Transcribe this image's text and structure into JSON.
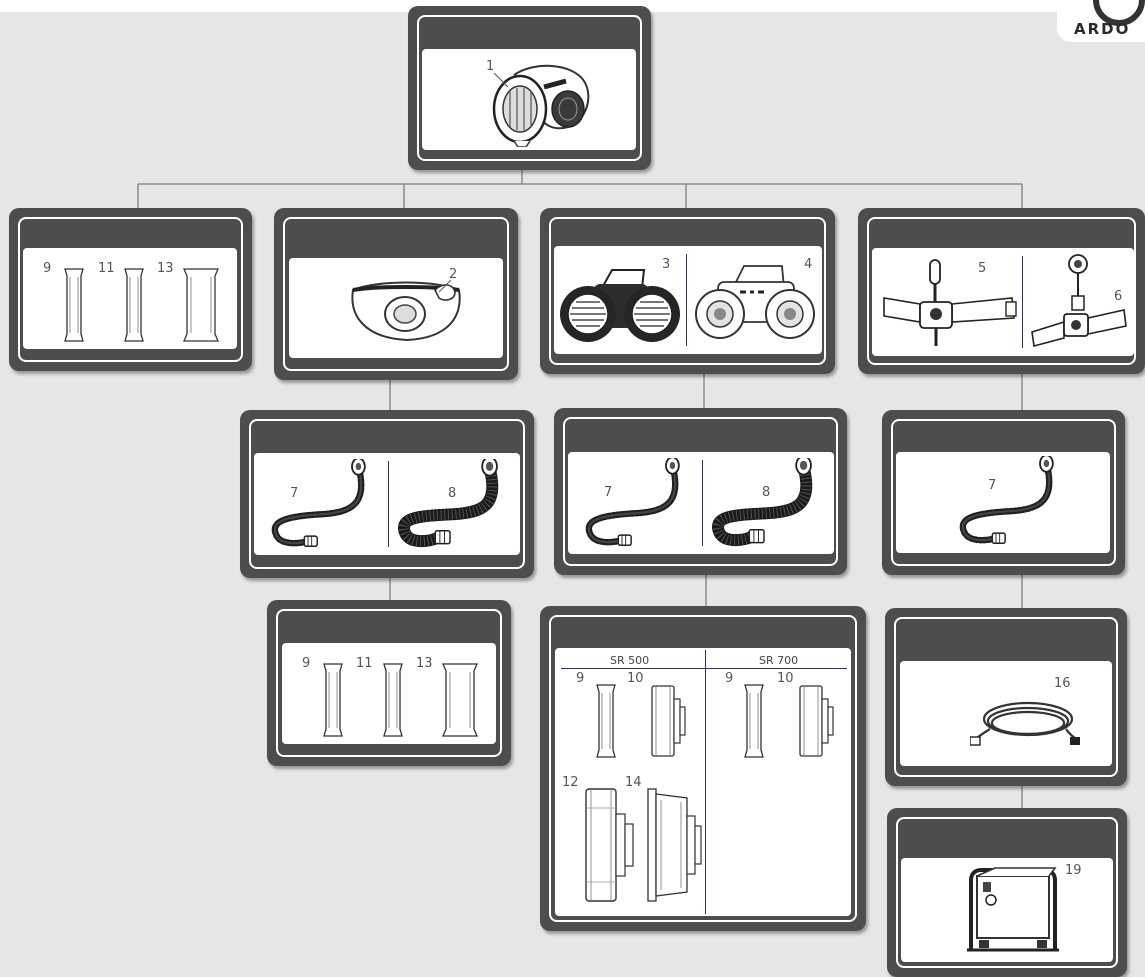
{
  "logo": {
    "text": "ARDO"
  },
  "nodes": {
    "mask": {
      "items": [
        {
          "label": "1",
          "icon": "half-mask-icon"
        }
      ]
    },
    "filters_direct": {
      "items": [
        {
          "label": "9",
          "icon": "filter-icon"
        },
        {
          "label": "11",
          "icon": "filter-icon"
        },
        {
          "label": "13",
          "icon": "filter-icon"
        }
      ]
    },
    "adapter": {
      "items": [
        {
          "label": "2",
          "icon": "mask-adapter-icon"
        }
      ]
    },
    "hoses_adapter": {
      "items": [
        {
          "label": "7",
          "icon": "breathing-hose-icon"
        },
        {
          "label": "8",
          "icon": "breathing-hose-icon"
        }
      ]
    },
    "filters_adapter": {
      "items": [
        {
          "label": "9",
          "icon": "filter-icon"
        },
        {
          "label": "11",
          "icon": "filter-icon"
        },
        {
          "label": "13",
          "icon": "filter-icon"
        }
      ]
    },
    "fan_units": {
      "items": [
        {
          "label": "3",
          "icon": "fan-unit-icon"
        },
        {
          "label": "4",
          "icon": "fan-unit-icon"
        }
      ]
    },
    "hoses_fan": {
      "items": [
        {
          "label": "7",
          "icon": "breathing-hose-icon"
        },
        {
          "label": "8",
          "icon": "breathing-hose-icon"
        }
      ]
    },
    "fan_filters": {
      "groups": [
        "SR 500",
        "SR 700"
      ],
      "items": [
        {
          "label": "9",
          "icon": "filter-icon"
        },
        {
          "label": "10",
          "icon": "filter-icon"
        },
        {
          "label": "9",
          "icon": "filter-icon"
        },
        {
          "label": "10",
          "icon": "filter-icon"
        },
        {
          "label": "12",
          "icon": "filter-icon"
        },
        {
          "label": "14",
          "icon": "filter-icon"
        }
      ]
    },
    "airline_valves": {
      "items": [
        {
          "label": "5",
          "icon": "air-valve-belt-icon"
        },
        {
          "label": "6",
          "icon": "air-valve-belt-icon"
        }
      ]
    },
    "hose_airline": {
      "items": [
        {
          "label": "7",
          "icon": "breathing-hose-icon"
        }
      ]
    },
    "compressed_air_hose": {
      "items": [
        {
          "label": "16",
          "icon": "air-hose-icon"
        }
      ]
    },
    "air_filter_unit": {
      "items": [
        {
          "label": "19",
          "icon": "air-filter-unit-icon"
        }
      ]
    }
  }
}
